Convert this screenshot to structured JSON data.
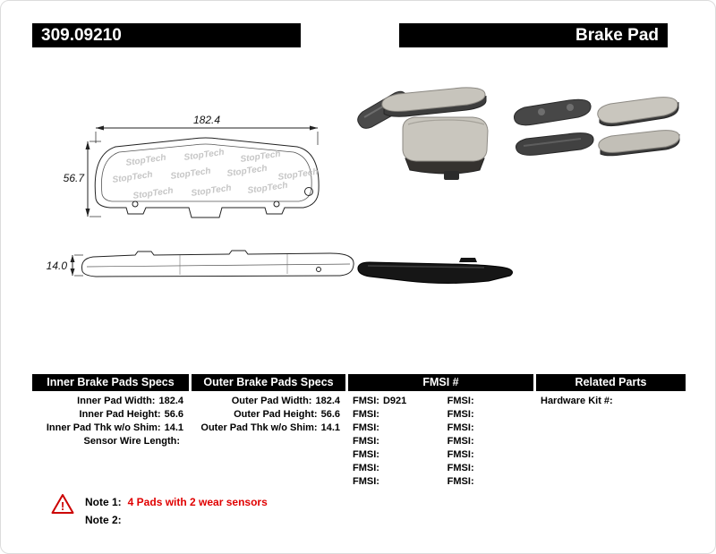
{
  "header": {
    "part_number": "309.09210",
    "product_type": "Brake Pad"
  },
  "diagram": {
    "watermark": "StopTech",
    "front_width_label": "182.4",
    "front_height_label": "56.7",
    "side_thickness_label": "14.0"
  },
  "table": {
    "inner": {
      "header": "Inner Brake Pads Specs",
      "rows": [
        {
          "label": "Inner Pad Width:",
          "value": "182.4"
        },
        {
          "label": "Inner Pad Height:",
          "value": "56.6"
        },
        {
          "label": "Inner Pad Thk w/o Shim:",
          "value": "14.1"
        },
        {
          "label": "Sensor Wire Length:",
          "value": ""
        }
      ]
    },
    "outer": {
      "header": "Outer Brake Pads Specs",
      "rows": [
        {
          "label": "Outer Pad Width:",
          "value": "182.4"
        },
        {
          "label": "Outer Pad Height:",
          "value": "56.6"
        },
        {
          "label": "Outer Pad Thk w/o Shim:",
          "value": "14.1"
        }
      ]
    },
    "fmsi": {
      "header": "FMSI #",
      "rows": [
        {
          "left_label": "FMSI:",
          "left_value": "D921",
          "right_label": "FMSI:",
          "right_value": ""
        },
        {
          "left_label": "FMSI:",
          "left_value": "",
          "right_label": "FMSI:",
          "right_value": ""
        },
        {
          "left_label": "FMSI:",
          "left_value": "",
          "right_label": "FMSI:",
          "right_value": ""
        },
        {
          "left_label": "FMSI:",
          "left_value": "",
          "right_label": "FMSI:",
          "right_value": ""
        },
        {
          "left_label": "FMSI:",
          "left_value": "",
          "right_label": "FMSI:",
          "right_value": ""
        },
        {
          "left_label": "FMSI:",
          "left_value": "",
          "right_label": "FMSI:",
          "right_value": ""
        },
        {
          "left_label": "FMSI:",
          "left_value": "",
          "right_label": "FMSI:",
          "right_value": ""
        }
      ]
    },
    "related": {
      "header": "Related Parts",
      "rows": [
        {
          "label": "Hardware Kit #:",
          "value": ""
        }
      ]
    }
  },
  "notes": [
    {
      "label": "Note 1:",
      "text": "4 Pads with 2 wear sensors"
    },
    {
      "label": "Note 2:",
      "text": ""
    }
  ],
  "colors": {
    "bar_black": "#000000",
    "note_red": "#e00000",
    "drawing_line": "#222222",
    "friction_material": "#c9c6be",
    "backing_plate": "#3a3a3a"
  }
}
